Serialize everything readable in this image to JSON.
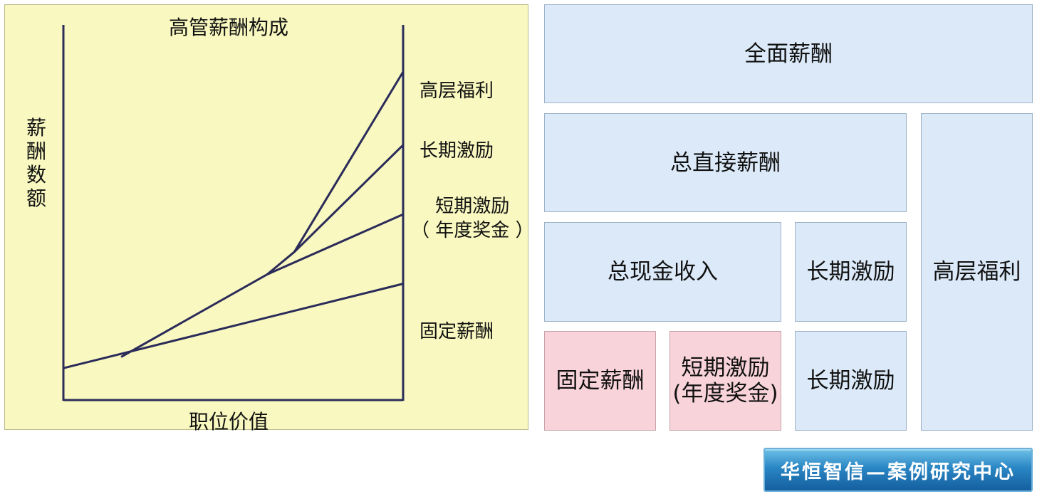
{
  "chart_data": {
    "type": "line",
    "title": "高管薪酬构成",
    "xlabel": "职位价值",
    "ylabel": "薪酬数额",
    "series": [
      {
        "name": "固定薪酬",
        "points": [
          [
            0,
            0.085
          ],
          [
            1,
            0.31
          ]
        ]
      },
      {
        "name": "短期激励（年度奖金）",
        "points": [
          [
            0.17,
            0.115
          ],
          [
            0.6,
            0.335
          ],
          [
            1,
            0.495
          ]
        ]
      },
      {
        "name": "长期激励",
        "points": [
          [
            0.6,
            0.335
          ],
          [
            0.68,
            0.395
          ],
          [
            1,
            0.68
          ]
        ]
      },
      {
        "name": "高层福利",
        "points": [
          [
            0.68,
            0.395
          ],
          [
            1,
            0.875
          ]
        ]
      }
    ],
    "labels": {
      "high_benefits": "高层福利",
      "long_term": "长期激励",
      "short_term_line1": "短期激励",
      "short_term_line2": "（ 年度奖金 ）",
      "fixed": "固定薪酬"
    }
  },
  "diagram": {
    "total_comp": "全面薪酬",
    "total_direct": "总直接薪酬",
    "total_cash": "总现金收入",
    "long_term_1": "长期激励",
    "long_term_2": "长期激励",
    "high_benefits": "高层福利",
    "fixed": "固定薪酬",
    "short_term_line1": "短期激励",
    "short_term_line2": "(年度奖金)",
    "colors": {
      "blue": "#dbe9f8",
      "pink": "#f8d3da",
      "panel": "#f8f8c0"
    }
  },
  "footer": {
    "logo_text": "华恒智信—案例研究中心"
  }
}
